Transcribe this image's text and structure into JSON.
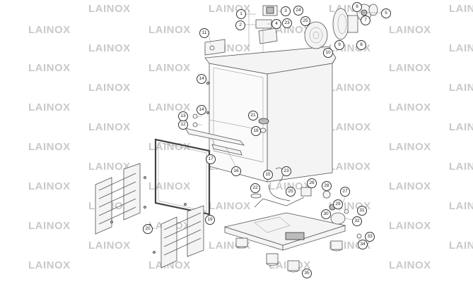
{
  "diagram": {
    "watermark_text": "LAINOX",
    "callouts": [
      {
        "id": "c1",
        "label": "1"
      },
      {
        "id": "c2",
        "label": "2"
      },
      {
        "id": "c3",
        "label": "3"
      },
      {
        "id": "c4",
        "label": "4"
      },
      {
        "id": "c5",
        "label": "5"
      },
      {
        "id": "c6",
        "label": "6"
      },
      {
        "id": "c7",
        "label": "7"
      },
      {
        "id": "c8",
        "label": "8"
      },
      {
        "id": "c9",
        "label": "9"
      },
      {
        "id": "c10",
        "label": "10"
      },
      {
        "id": "c11",
        "label": "11"
      },
      {
        "id": "c12",
        "label": "12"
      },
      {
        "id": "c13",
        "label": "13"
      },
      {
        "id": "c14a",
        "label": "14"
      },
      {
        "id": "c14b",
        "label": "14"
      },
      {
        "id": "c15",
        "label": "15"
      },
      {
        "id": "c16",
        "label": "16"
      },
      {
        "id": "c17",
        "label": "17"
      },
      {
        "id": "c18",
        "label": "18"
      },
      {
        "id": "c19",
        "label": "19"
      },
      {
        "id": "c20",
        "label": "20"
      },
      {
        "id": "c21",
        "label": "21"
      },
      {
        "id": "c22",
        "label": "22"
      },
      {
        "id": "c23a",
        "label": "23"
      },
      {
        "id": "c23b",
        "label": "23"
      },
      {
        "id": "c24",
        "label": "24"
      },
      {
        "id": "c25a",
        "label": "25"
      },
      {
        "id": "c25b",
        "label": "25"
      },
      {
        "id": "c26",
        "label": "26"
      },
      {
        "id": "c27",
        "label": "27"
      },
      {
        "id": "c28",
        "label": "28"
      },
      {
        "id": "c29",
        "label": "29"
      },
      {
        "id": "c30",
        "label": "30"
      },
      {
        "id": "c31",
        "label": "31"
      },
      {
        "id": "c32",
        "label": "32"
      },
      {
        "id": "c33",
        "label": "33"
      },
      {
        "id": "c34",
        "label": "34"
      },
      {
        "id": "c35",
        "label": "35"
      }
    ]
  }
}
